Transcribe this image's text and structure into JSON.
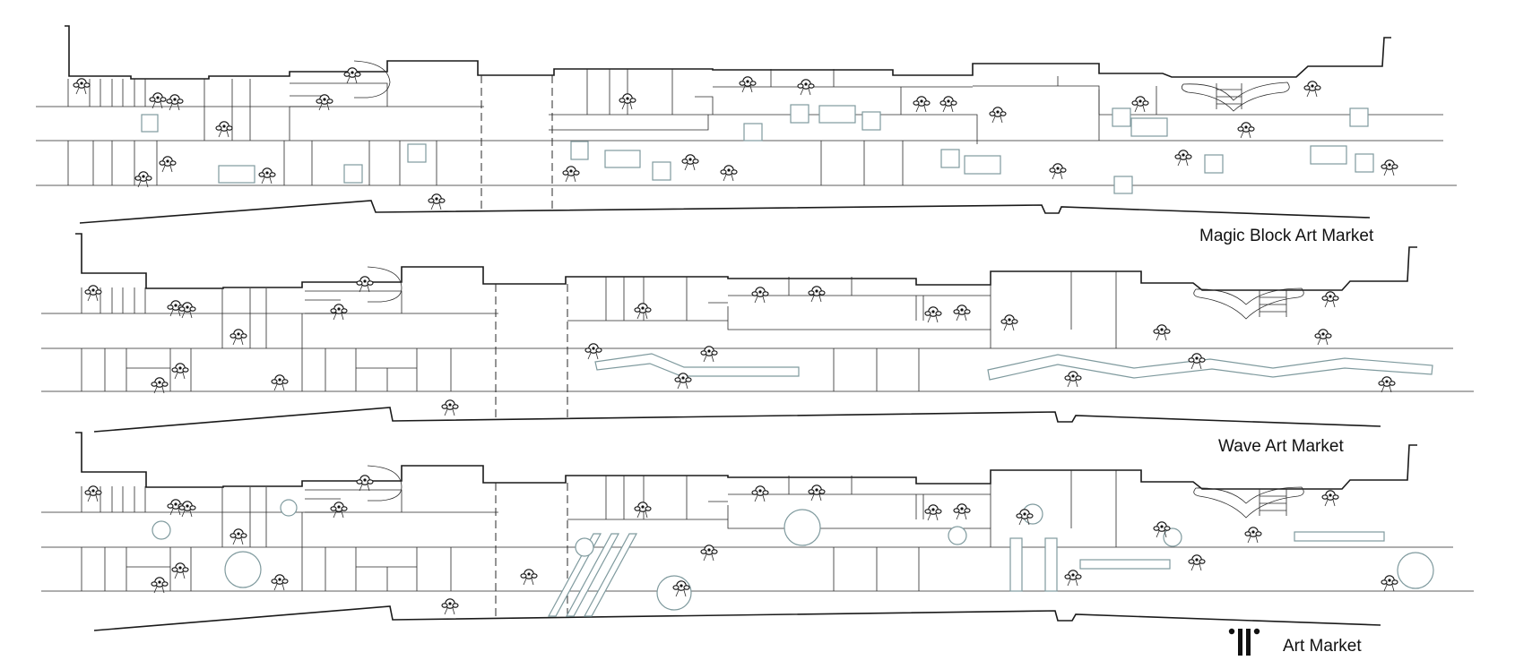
{
  "labels": {
    "magic": "Magic Block Art Market",
    "wave": "Wave Art Market",
    "legend": "Art Market"
  },
  "colors": {
    "wall": "#1a1a1a",
    "booth": "#7f9a9e",
    "background": "#ffffff"
  },
  "icons": {
    "legend_logo": "art-market-logo-icon",
    "person": "person-top-view-icon"
  }
}
